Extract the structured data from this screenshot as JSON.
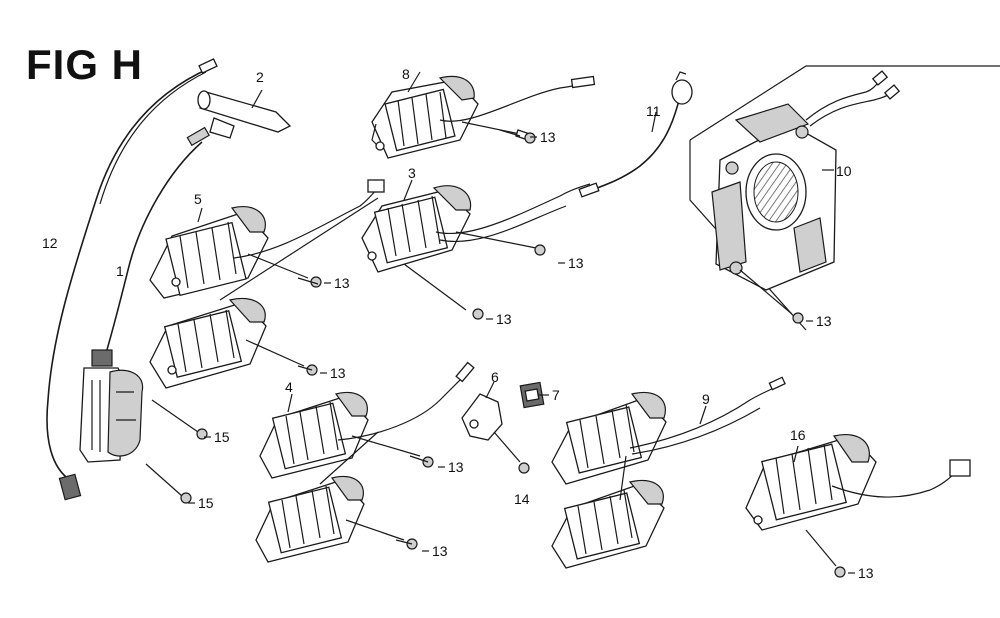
{
  "figure": {
    "title": "FIG H"
  },
  "callouts": {
    "p1": "1",
    "p2": "2",
    "p3": "3",
    "p4": "4",
    "p5": "5",
    "p6": "6",
    "p7": "7",
    "p8": "8",
    "p9": "9",
    "p10": "10",
    "p11": "11",
    "p12": "12",
    "p13_a": "13",
    "p13_b": "13",
    "p13_c": "13",
    "p13_d": "13",
    "p13_e": "13",
    "p13_f": "13",
    "p13_g": "13",
    "p13_h": "13",
    "p13_i": "13",
    "p14": "14",
    "p15_a": "15",
    "p15_b": "15",
    "p16": "16"
  }
}
